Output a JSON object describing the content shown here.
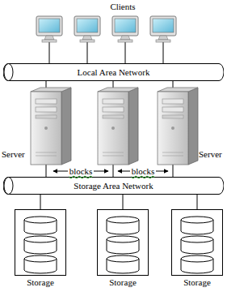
{
  "diagram": {
    "nodes": [
      {
        "text": [
          "Local Area Network"
        ]
      },
      {
        "text": [
          "Storage Area Network"
        ]
      },
      {
        "text": [
          "Storage"
        ]
      },
      {
        "text": [
          "Storage"
        ]
      },
      {
        "text": [
          "Storage"
        ]
      }
    ],
    "edges": [
      {
        "from": 1,
        "to": 2,
        "arrow": "none"
      },
      {
        "from": 1,
        "to": 3,
        "arrow": "none"
      },
      {
        "from": 1,
        "to": 4,
        "arrow": "none"
      }
    ],
    "labels": [
      "Clients",
      "Server",
      "Server",
      "blocks",
      "blocks"
    ]
  }
}
